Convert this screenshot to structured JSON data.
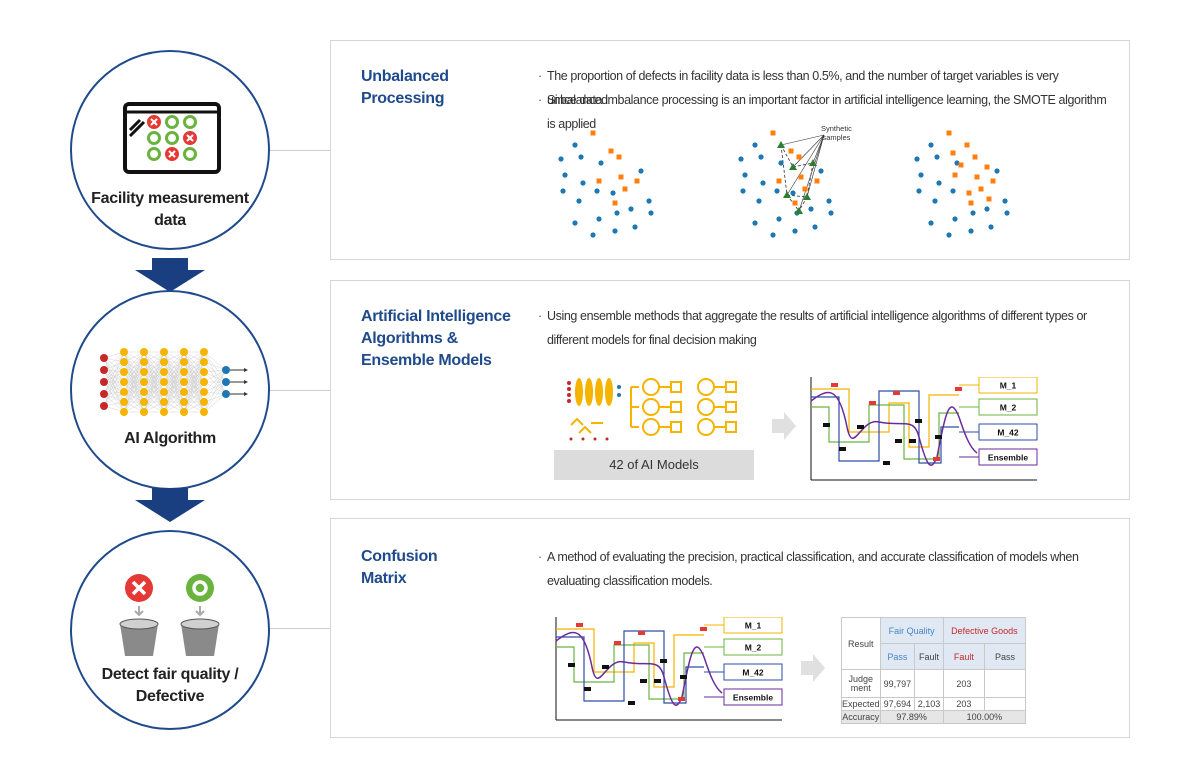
{
  "steps": [
    {
      "label": "Facility measurement\ndata",
      "icon": "facility-grid-icon"
    },
    {
      "label": "AI Algorithm",
      "icon": "neural-network-icon"
    },
    {
      "label": "Detect fair quality /\nDefective",
      "icon": "defect-bins-icon"
    }
  ],
  "panels": {
    "unbalanced": {
      "title": "Unbalanced\nProcessing",
      "bullets": [
        "The proportion of defects in facility data is less than 0.5%, and the number of target variables is very unbalanced",
        "Since data imbalance processing is an important factor in artificial intelligence learning, the SMOTE algorithm is applied"
      ],
      "synthetic_label": "Synthetic\nsamples"
    },
    "ai": {
      "title": "Artificial Intelligence\nAlgorithms &\nEnsemble Models",
      "bullets": [
        "Using ensemble methods that aggregate the results of artificial intelligence algorithms of different types or different models for final decision making"
      ],
      "models_label": "42 of AI Models",
      "legend": [
        "M_1",
        "M_2",
        "M_42",
        "Ensemble"
      ]
    },
    "confusion": {
      "title": "Confusion\nMatrix",
      "bullets": [
        "A method of evaluating the precision, practical classification, and accurate classification of models when evaluating classification models."
      ],
      "legend": [
        "M_1",
        "M_2",
        "M_42",
        "Ensemble"
      ],
      "table": {
        "result": "Result",
        "fair": "Fair Quality",
        "defective": "Defective Goods",
        "pass1": "Pass",
        "fault1": "Fault",
        "fault2": "Fault",
        "pass2": "Pass",
        "judgement": "Judge\nment",
        "j_pass": "99,797",
        "j_fault2": "203",
        "expected": "Expected",
        "e_pass": "97,694",
        "e_fault": "2,103",
        "e_fault2": "203",
        "accuracy": "Accuracy",
        "acc_fair": "97.89%",
        "acc_def": "100.00%"
      }
    }
  },
  "colors": {
    "navy": "#1f4a8c",
    "blue_dot": "#1f77b4",
    "orange": "#ff7f0e",
    "green": "#2e7d32",
    "red": "#e53935"
  }
}
